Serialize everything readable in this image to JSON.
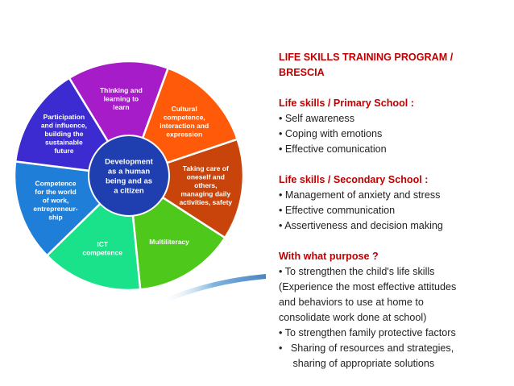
{
  "wheel": {
    "center": {
      "lines": [
        "Development",
        "as a human",
        "being and as",
        "a citizen"
      ],
      "color": "#1f3fb0"
    },
    "segments": [
      {
        "key": "cultural",
        "color": "#ff5a0a",
        "lines": [
          "Cultural",
          "competence,",
          "interaction and",
          "expression"
        ]
      },
      {
        "key": "care",
        "color": "#c8440a",
        "lines": [
          "Taking care of",
          "oneself and",
          "others,",
          "managing daily",
          "activities, safety"
        ]
      },
      {
        "key": "multiliteracy",
        "color": "#4ec81a",
        "lines": [
          "Multiliteracy"
        ]
      },
      {
        "key": "ict",
        "color": "#19e28a",
        "lines": [
          "ICT",
          "competence"
        ]
      },
      {
        "key": "work",
        "color": "#1f7fd8",
        "lines": [
          "Competence",
          "for the world",
          "of work,",
          "entrepreneur-",
          "ship"
        ]
      },
      {
        "key": "participation",
        "color": "#3b2bd0",
        "lines": [
          "Participation",
          "and influence,",
          "building the",
          "sustainable",
          "future"
        ]
      },
      {
        "key": "thinking",
        "color": "#a51cc8",
        "lines": [
          "Thinking and",
          "learning to",
          "learn"
        ]
      }
    ]
  },
  "panel": {
    "title_lines": [
      "LIFE SKILLS TRAINING PROGRAM /",
      "BRESCIA"
    ],
    "primary": {
      "heading": "Life skills / Primary School :",
      "items": [
        "• Self awareness",
        "• Coping with emotions",
        "• Effective comunication"
      ]
    },
    "secondary": {
      "heading": "Life skills / Secondary School :",
      "items": [
        "• Management of anxiety and stress",
        "• Effective communication",
        "• Assertiveness and decision making"
      ]
    },
    "purpose": {
      "heading": "With what purpose ?",
      "first": "•   To strengthen the child's life skills",
      "paragraph_lines": [
        "(Experience the most effective attitudes",
        "and behaviors to use at home to",
        "consolidate work done at school)"
      ],
      "second": "•   To strengthen family protective factors",
      "third_lines": [
        "•   Sharing of resources and strategies,",
        "     sharing of appropriate solutions"
      ]
    }
  }
}
